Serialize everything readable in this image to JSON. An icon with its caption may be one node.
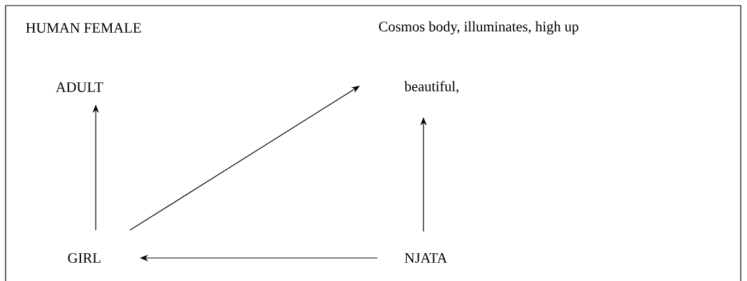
{
  "diagram": {
    "nodes": [
      {
        "text": [
          "HUMAN FEMALE"
        ]
      },
      {
        "text": [
          "Cosmos body, illuminates, high up"
        ]
      },
      {
        "text": [
          "ADULT"
        ]
      },
      {
        "text": [
          "beautiful,"
        ]
      },
      {
        "text": [
          "GIRL"
        ]
      },
      {
        "text": [
          "NJATA"
        ]
      }
    ],
    "edges": [
      {
        "from": 4,
        "to": 2,
        "arrow": "to"
      },
      {
        "from": 4,
        "to": 3,
        "arrow": "to"
      },
      {
        "from": 5,
        "to": 3,
        "arrow": "to"
      },
      {
        "from": 5,
        "to": 4,
        "arrow": "to"
      }
    ]
  }
}
